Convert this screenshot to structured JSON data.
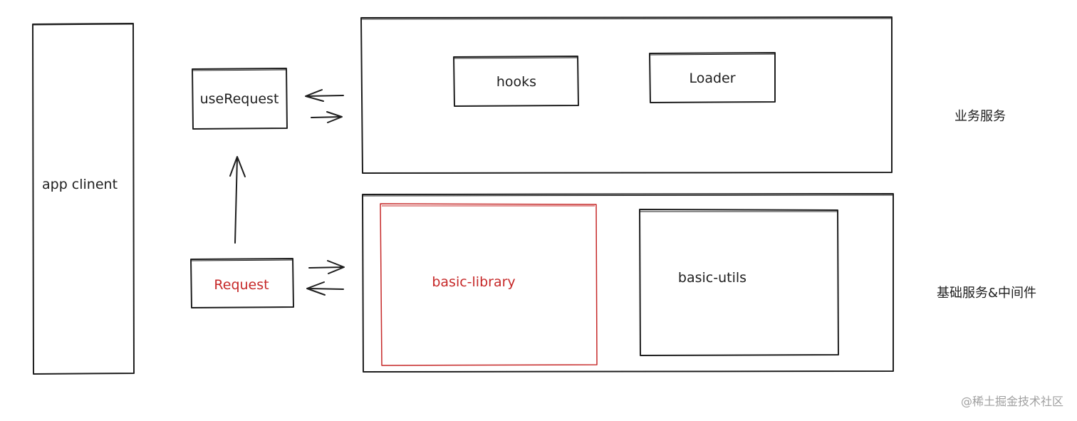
{
  "diagram": {
    "client": {
      "label": "app clinent"
    },
    "use_request": {
      "label": "useRequest"
    },
    "request": {
      "label": "Request"
    },
    "business_layer": {
      "hooks": {
        "label": "hooks"
      },
      "loader": {
        "label": "Loader"
      },
      "caption": "业务服务"
    },
    "base_layer": {
      "basic_library": {
        "label": "basic-library"
      },
      "basic_utils": {
        "label": "basic-utils"
      },
      "caption": "基础服务&中间件"
    },
    "colors": {
      "stroke": "#1e1e1e",
      "highlight": "#c62828",
      "background": "#ffffff",
      "watermark": "#a0a0a0"
    }
  },
  "watermark": {
    "text": "@稀土掘金技术社区"
  }
}
